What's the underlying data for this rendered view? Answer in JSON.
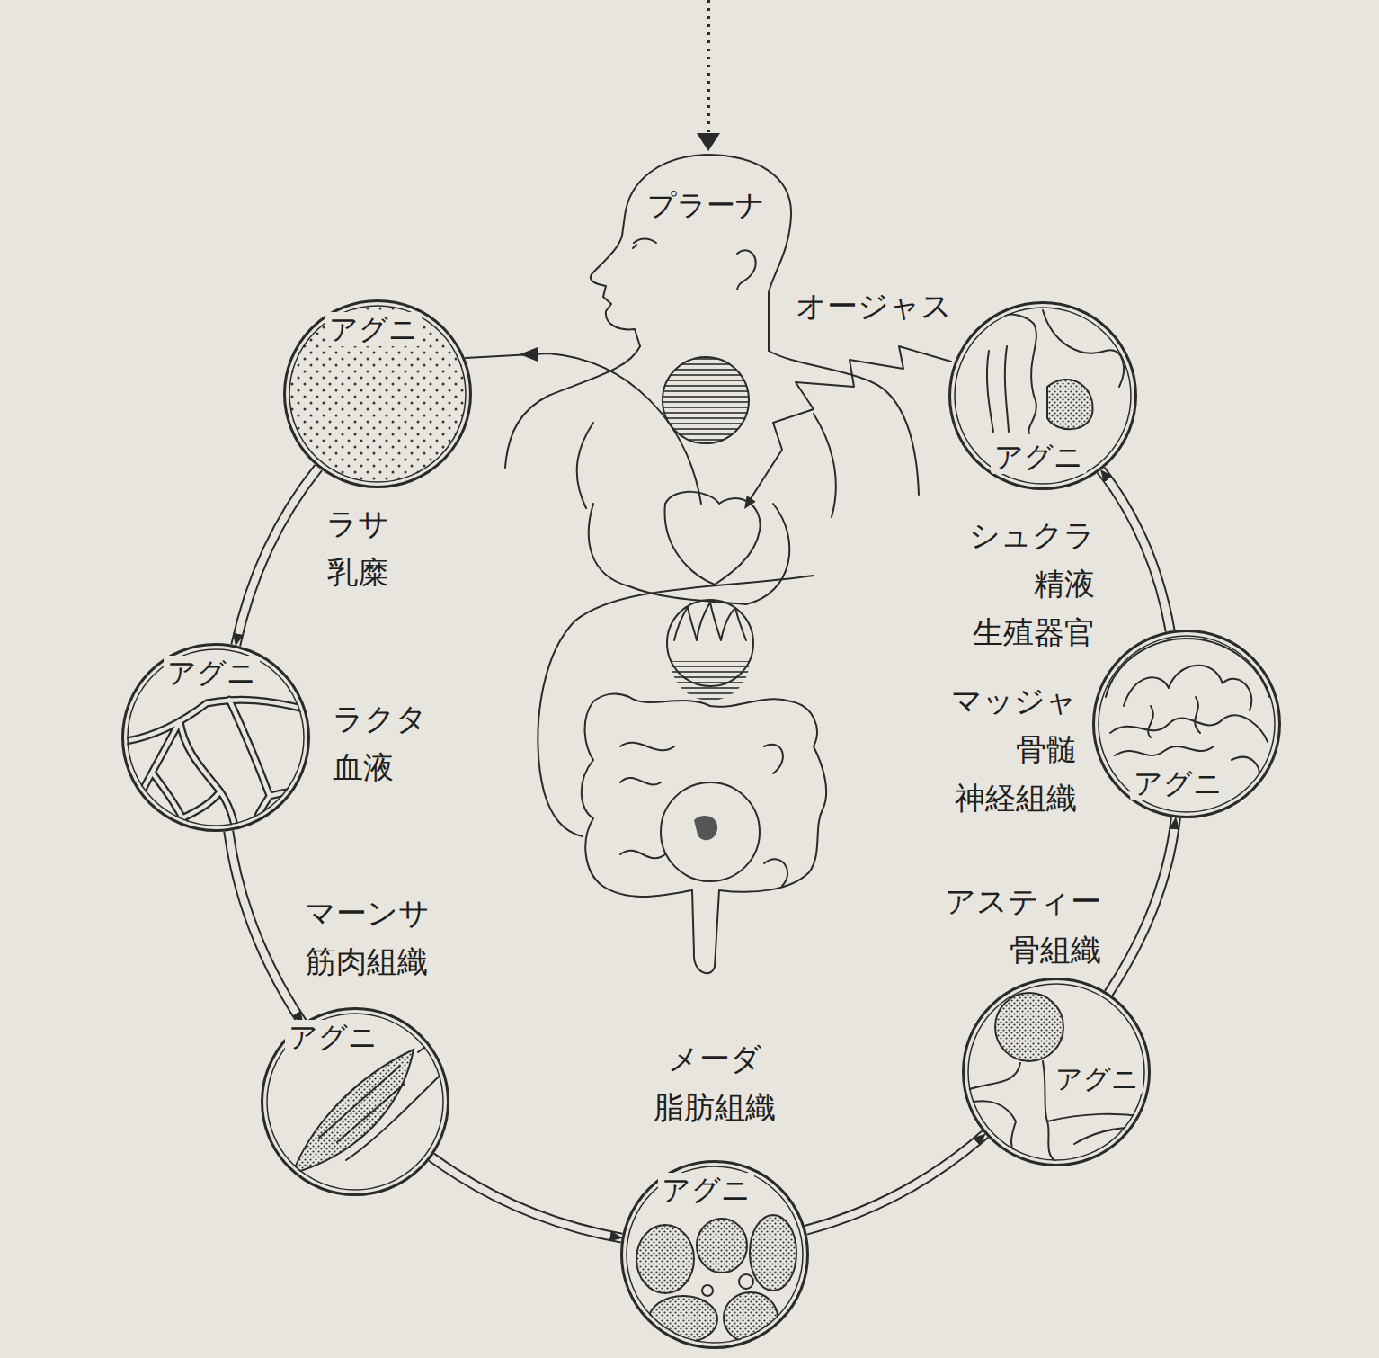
{
  "diagram": {
    "nodes": [
      {
        "text": [
          "アグニ",
          "ラサ",
          "乳糜"
        ]
      },
      {
        "text": [
          "アグニ",
          "ラクタ",
          "血液"
        ]
      },
      {
        "text": [
          "アグニ",
          "マーンサ",
          "筋肉組織"
        ]
      },
      {
        "text": [
          "アグニ",
          "メーダ",
          "脂肪組織"
        ]
      },
      {
        "text": [
          "アグニ",
          "アスティー",
          "骨組織"
        ]
      },
      {
        "text": [
          "アグニ",
          "マッジャ",
          "骨髄",
          "神経組織"
        ]
      },
      {
        "text": [
          "アグニ",
          "シュクラ",
          "精液",
          "生殖器官"
        ]
      }
    ],
    "edges": [
      {
        "from": 0,
        "to": 1,
        "arrow": "to"
      },
      {
        "from": 1,
        "to": 2,
        "arrow": "to"
      },
      {
        "from": 2,
        "to": 3,
        "arrow": "to"
      },
      {
        "from": 3,
        "to": 4,
        "arrow": "to"
      },
      {
        "from": 4,
        "to": 5,
        "arrow": "to"
      },
      {
        "from": 5,
        "to": 6,
        "arrow": "to"
      }
    ],
    "labels": [
      "プラーナ",
      "オージャス"
    ]
  }
}
